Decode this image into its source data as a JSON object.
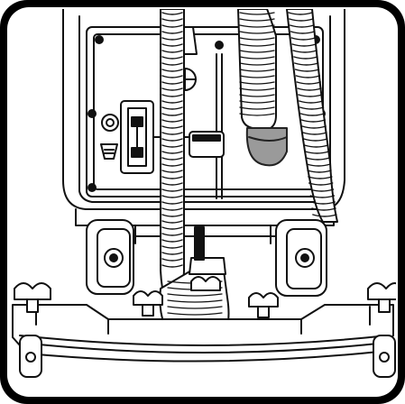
{
  "illustration": {
    "colors": {
      "frame": "#000000",
      "paper": "#ffffff",
      "line": "#111111",
      "elbow_fill": "#9a9a9a",
      "elbow_stroke": "#222222"
    },
    "parts": {
      "chassis": "machine-chassis",
      "control_panel": "control-panel",
      "left_hose": "left-corrugated-hose",
      "right_hose": "right-corrugated-hose",
      "drain_hose": "drain-hose",
      "drain_elbow": "drain-hose-elbow",
      "drain_cap": "drain-cap-knob",
      "left_wheel": "left-wheel",
      "right_wheel": "right-wheel",
      "squeegee": "squeegee-assembly",
      "knobs": [
        "knob-far-left",
        "knob-center-left",
        "knob-center",
        "knob-center-right",
        "knob-far-right"
      ],
      "casters": [
        "left-caster",
        "right-caster"
      ]
    }
  }
}
